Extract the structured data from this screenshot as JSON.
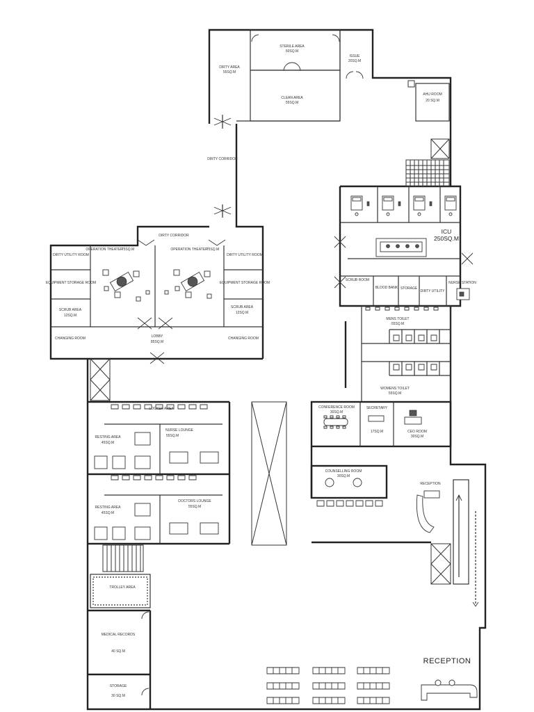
{
  "rooms": {
    "sterile_area": "STERILE AREA",
    "sterile_area_size": "50SQ.M",
    "issue": "ISSUE",
    "issue_size": "20SQ.M",
    "dirty_area": "DIRTY AREA",
    "dirty_area_size": "55SQ.M",
    "clean_area": "CLEAN AREA",
    "clean_area_size": "55SQ.M",
    "ahu_room": "AHU ROOM",
    "ahu_room_size": "20 SQ.M",
    "dirty_corridor_1": "DIRTY CORRIDOR",
    "dirty_corridor_2": "DIRTY CORRIDOR",
    "icu": "ICU",
    "icu_size": "250SQ.M",
    "scrub_room": "SCRUB ROOM",
    "blood_bank": "BLOOD BANK",
    "storage_icu": "STORAGE",
    "dirty_utility": "DIRTY UTILITY",
    "nurse_station": "NURSE STATION",
    "op_theater_1": "OPERATION THEATER",
    "op_theater_1_size": "75SQ.M",
    "op_theater_2": "OPERATION THEATER",
    "op_theater_2_size": "75SQ.M",
    "dirty_utility_left": "DIRTY UTILITY ROOM",
    "dirty_utility_right": "DIRTY UTILITY ROOM",
    "equipment_left": "EQUIPMENT STORAGE ROOM",
    "equipment_right": "EQUIPMENT STORAGE ROOM",
    "scrub_area_left": "SCRUB AREA",
    "scrub_area_left_size": "12SQ.M",
    "scrub_area_right": "SCRUB AREA",
    "scrub_area_right_size": "12SQ.M",
    "changing_left": "CHANGING ROOM",
    "changing_right": "CHANGING ROOM",
    "lobby": "LOBBY",
    "lobby_size": "85SQ.M",
    "mens_toilet": "MENS TOILET",
    "mens_toilet_size": "55SQ.M",
    "womens_toilet": "WOMENS TOILET",
    "womens_toilet_size": "55SQ.M",
    "locker_area": "LOCKER AREA",
    "resting_area_1": "RESTING AREA",
    "resting_area_1_size": "45SQ.M",
    "nurse_lounge": "NURSE LOUNGE",
    "nurse_lounge_size": "55SQ.M",
    "resting_area_2": "RESTING AREA",
    "resting_area_2_size": "45SQ.M",
    "doctors_lounge": "DOCTORS LOUNGE",
    "doctors_lounge_size": "55SQ.M",
    "conference_room": "CONFERENCE ROOM",
    "conference_room_size": "30SQ.M",
    "secretary": "SECRETARY",
    "secretary_size": "17SQ.M",
    "ceo_room": "CEO ROOM",
    "ceo_room_size": "30SQ.M",
    "counselling_room": "COUNSELLING ROOM",
    "counselling_room_size": "30SQ.M",
    "reception_small": "RECEPTION",
    "trolley_area": "TROLLEY AREA",
    "medical_records": "MEDICAL RECORDS",
    "medical_records_size": "40 SQ.M",
    "storage": "STORAGE",
    "storage_size": "30 SQ.M",
    "reception_large": "RECEPTION"
  },
  "symbols": {
    "stairs_icon": "stairs-icon",
    "elevator_icon": "elevator-shaft-icon",
    "double_door_icon": "double-door-icon",
    "hospital_bed_icon": "hospital-bed-icon"
  }
}
